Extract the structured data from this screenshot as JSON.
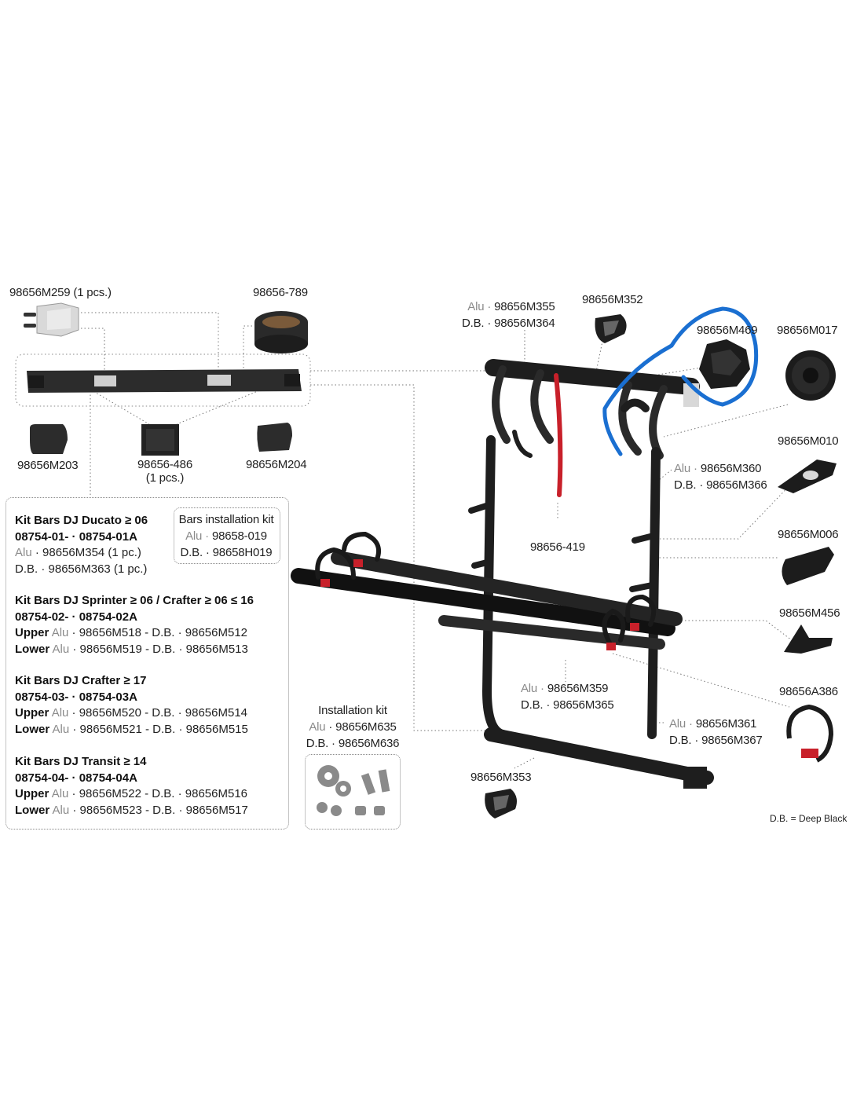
{
  "parts": {
    "p259": "98656M259 (1 pcs.)",
    "p789": "98656-789",
    "p203": "98656M203",
    "p486": "98656-486",
    "p486_qty": "(1 pcs.)",
    "p204": "98656M204",
    "p352": "98656M352",
    "p469": "98656M469",
    "p017": "98656M017",
    "p010": "98656M010",
    "p006": "98656M006",
    "p456": "98656M456",
    "pA386": "98656A386",
    "p419": "98656-419",
    "p353": "98656M353"
  },
  "variant_prefix": {
    "alu": "Alu · ",
    "db": "D.B. · "
  },
  "variants": {
    "top_bar": {
      "alu": "98656M355",
      "db": "98656M364"
    },
    "upper_frame": {
      "alu": "98656M360",
      "db": "98656M366"
    },
    "rail": {
      "alu": "98656M359",
      "db": "98656M365"
    },
    "lower_frame": {
      "alu": "98656M361",
      "db": "98656M367"
    }
  },
  "bars_kit": {
    "title": "Bars installation kit",
    "alu_prefix": "Alu · ",
    "alu": "98658-019",
    "db_prefix": "D.B. · ",
    "db": "98658H019"
  },
  "kits": [
    {
      "title": "Kit Bars DJ Ducato ≥ 06",
      "codes": "08754-01- ·  08754-01A",
      "lines": [
        {
          "kind": "simple",
          "alu_prefix": "Alu",
          "text": " · 98656M354 (1 pc.)"
        },
        {
          "kind": "simple",
          "alu_prefix": "D.B.",
          "text": " · 98656M363 (1 pc.)"
        }
      ]
    },
    {
      "title": "Kit Bars DJ Sprinter ≥ 06 / Crafter ≥ 06 ≤ 16",
      "codes": "08754-02- ·  08754-02A",
      "upper": "Upper",
      "upper_alu": "Alu",
      "upper_text": " · 98656M518 - D.B. · 98656M512",
      "lower": "Lower",
      "lower_alu": "Alu",
      "lower_text": " · 98656M519 - D.B. · 98656M513"
    },
    {
      "title": "Kit Bars DJ Crafter ≥ 17",
      "codes": "08754-03- ·  08754-03A",
      "upper": "Upper",
      "upper_alu": "Alu",
      "upper_text": " · 98656M520 - D.B. · 98656M514",
      "lower": "Lower",
      "lower_alu": "Alu",
      "lower_text": " · 98656M521 - D.B. · 98656M515"
    },
    {
      "title": "Kit Bars DJ Transit ≥ 14",
      "codes": "08754-04- ·  08754-04A",
      "upper": "Upper",
      "upper_alu": "Alu",
      "upper_text": " · 98656M522 - D.B. · 98656M516",
      "lower": "Lower",
      "lower_alu": "Alu",
      "lower_text": " · 98656M523 - D.B. · 98656M517"
    }
  ],
  "install_kit": {
    "title": "Installation kit",
    "alu_prefix": "Alu",
    "alu_text": " · 98656M635",
    "db_text": "D.B. · 98656M636"
  },
  "legend": "D.B. = Deep Black",
  "colors": {
    "part_dark": "#1e1e1e",
    "part_mid": "#3a3a3a",
    "strap_red": "#c8202a",
    "highlight_blue": "#1a6fd1",
    "alu_grey": "#8a8a8a"
  }
}
